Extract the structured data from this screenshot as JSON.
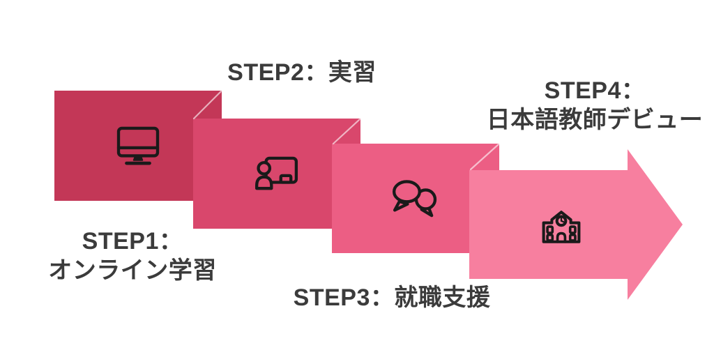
{
  "diagram": {
    "type": "process-steps-ribbon",
    "direction": "left-to-right"
  },
  "steps": [
    {
      "number": 1,
      "icon": "desktop-monitor-icon",
      "color": "#c33757",
      "label_lines": [
        "STEP1：",
        "オンライン学習"
      ]
    },
    {
      "number": 2,
      "icon": "teacher-presenting-icon",
      "color": "#d9476c",
      "label_lines": [
        "STEP2：実習"
      ]
    },
    {
      "number": 3,
      "icon": "speech-bubbles-icon",
      "color": "#ec5e84",
      "label_lines": [
        "STEP3：就職支援"
      ]
    },
    {
      "number": 4,
      "icon": "school-building-icon",
      "color": "#f77f9f",
      "shape": "arrow-right",
      "label_lines": [
        "STEP4：",
        "日本語教師デビュー"
      ]
    }
  ],
  "colors": {
    "background": "#ffffff",
    "text": "#3b3b3b",
    "icon_stroke": "#1a1a1a",
    "fold_line": "rgba(255,255,255,0.6)"
  }
}
